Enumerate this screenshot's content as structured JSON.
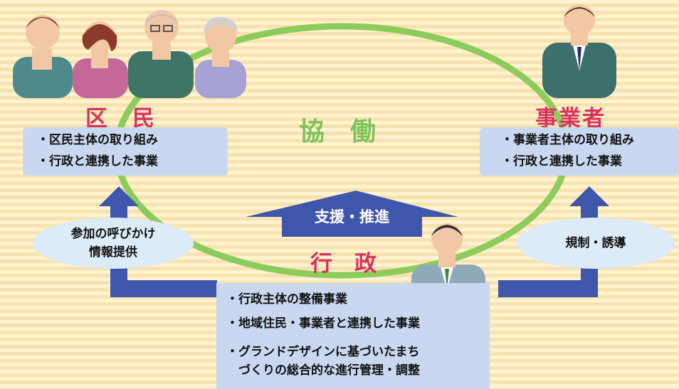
{
  "center": {
    "title": "協　働"
  },
  "residents": {
    "heading": "区　民",
    "items": [
      "・区民主体の取り組み",
      "・行政と連携した事業"
    ]
  },
  "business": {
    "heading": "事業者",
    "items": [
      "・事業者主体の取り組み",
      "・行政と連携した事業"
    ]
  },
  "support": {
    "label": "支援・推進"
  },
  "government": {
    "heading": "行　政",
    "items": [
      "・行政主体の整備事業",
      "・地域住民・事業者と連携した事業",
      "・グランドデザインに基づいたまち",
      "　づくりの総合的な進行管理・調整"
    ]
  },
  "left_oval": {
    "line1": "参加の呼びかけ",
    "line2": "情報提供"
  },
  "right_oval": {
    "line1": "規制・誘導"
  },
  "colors": {
    "accent_red": "#d8325f",
    "ring_green": "#8ccc5c",
    "arrow_blue": "#3f56ad",
    "box_blue": "#c9d8f0"
  }
}
